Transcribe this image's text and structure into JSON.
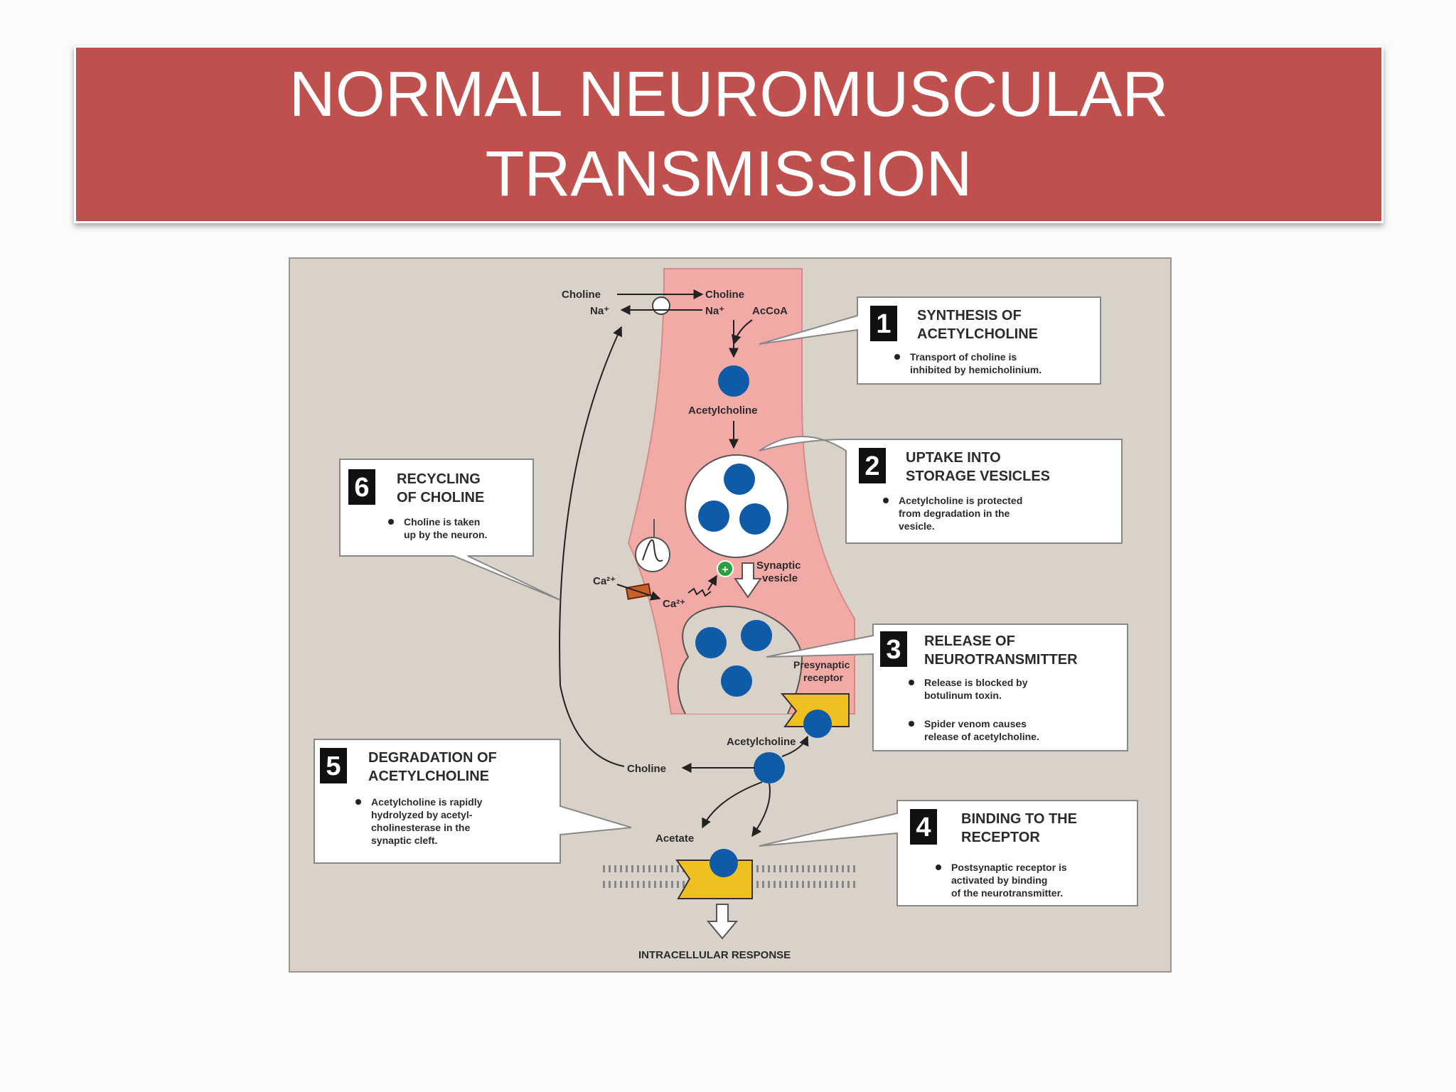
{
  "slide": {
    "title_line1": "NORMAL NEUROMUSCULAR",
    "title_line2": "TRANSMISSION"
  },
  "colors": {
    "title_bg": "#c0504d",
    "figure_bg": "#d8d2c8",
    "neuron_fill": "#f2aaa6",
    "ach_blue": "#0f5ba8",
    "receptor_yellow": "#f0c020",
    "callout_bg": "#ffffff"
  },
  "diagram": {
    "labels": {
      "choline_out": "Choline",
      "na_out": "Na⁺",
      "choline_in": "Choline",
      "na_in": "Na⁺",
      "accoa": "AcCoA",
      "acetylcholine_top": "Acetylcholine",
      "synaptic_vesicle_1": "Synaptic",
      "synaptic_vesicle_2": "vesicle",
      "ca_out": "Ca²⁺",
      "ca_in": "Ca²⁺",
      "presynaptic_1": "Presynaptic",
      "presynaptic_2": "receptor",
      "acetylcholine_cleft": "Acetylcholine",
      "choline_cleft": "Choline",
      "acetate": "Acetate",
      "intracellular": "INTRACELLULAR RESPONSE"
    },
    "steps": [
      {
        "number": "1",
        "title1": "SYNTHESIS OF",
        "title2": "ACETYLCHOLINE",
        "bullets": [
          [
            "Transport of choline is",
            "inhibited by hemicholinium."
          ]
        ]
      },
      {
        "number": "2",
        "title1": "UPTAKE INTO",
        "title2": "STORAGE VESICLES",
        "bullets": [
          [
            "Acetylcholine is protected",
            "from degradation in the",
            "vesicle."
          ]
        ]
      },
      {
        "number": "3",
        "title1": "RELEASE OF",
        "title2": "NEUROTRANSMITTER",
        "bullets": [
          [
            "Release is blocked by",
            "botulinum toxin."
          ],
          [
            "Spider venom causes",
            "release of acetylcholine."
          ]
        ]
      },
      {
        "number": "4",
        "title1": "BINDING TO THE",
        "title2": "RECEPTOR",
        "bullets": [
          [
            "Postsynaptic receptor is",
            "activated by binding",
            "of the neurotransmitter."
          ]
        ]
      },
      {
        "number": "5",
        "title1": "DEGRADATION OF",
        "title2": "ACETYLCHOLINE",
        "bullets": [
          [
            "Acetylcholine is rapidly",
            "hydrolyzed by acetyl-",
            "cholinesterase in the",
            "synaptic cleft."
          ]
        ]
      },
      {
        "number": "6",
        "title1": "RECYCLING",
        "title2": "OF CHOLINE",
        "bullets": [
          [
            "Choline is taken",
            "up by the neuron."
          ]
        ]
      }
    ]
  }
}
